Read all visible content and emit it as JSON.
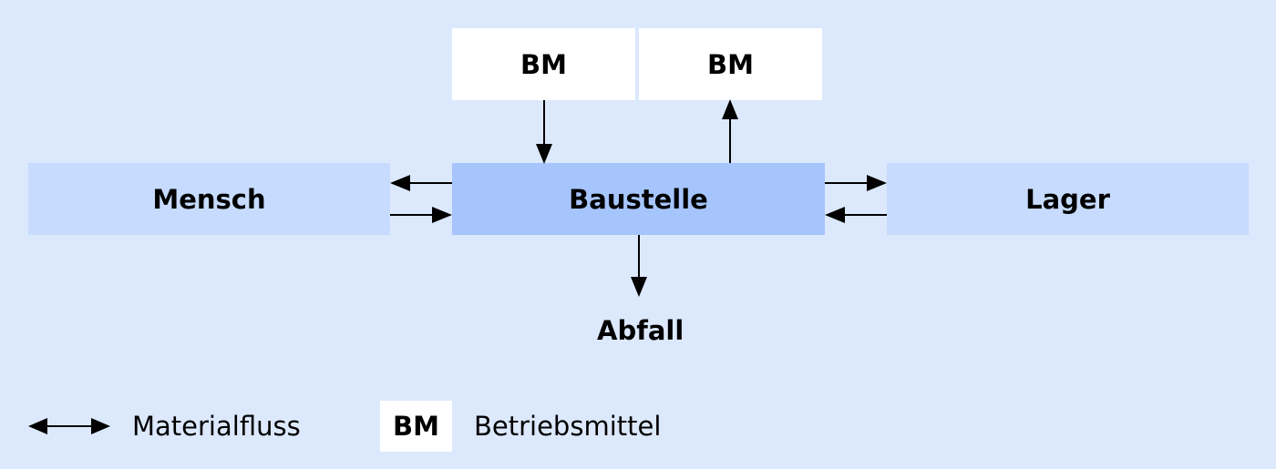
{
  "diagram": {
    "nodes": {
      "bm_in": "BM",
      "bm_out": "BM",
      "mensch": "Mensch",
      "baustelle": "Baustelle",
      "lager": "Lager",
      "abfall": "Abfall"
    },
    "colors": {
      "background": "#dce8fc",
      "bm_box": "#ffffff",
      "side_box": "#c6dbfd",
      "center_box": "#a6c5fd",
      "arrow": "#000000"
    }
  },
  "legend": {
    "material_flow_label": "Materialfluss",
    "bm_box_label": "BM",
    "bm_description": "Betriebsmittel"
  }
}
